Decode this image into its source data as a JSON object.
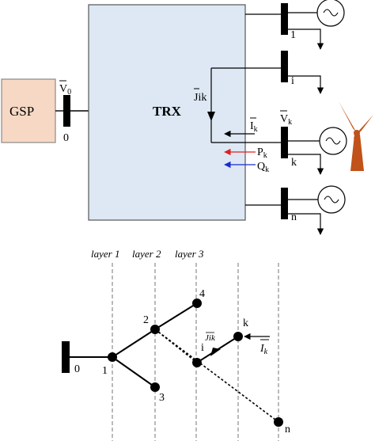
{
  "top_diagram": {
    "gsp_label": "GSP",
    "trx_label": "TRX",
    "v0_label": "V",
    "v0_sub": "0",
    "bus0_label": "0",
    "bus1_label": "1",
    "busi_label": "i",
    "busk_label": "k",
    "busn_label": "n",
    "jik_label": "Jik",
    "ik_label": "I",
    "ik_sub": "k",
    "vk_label": "V",
    "vk_sub": "k",
    "pk_label": "P",
    "pk_sub": "k",
    "qk_label": "Q",
    "qk_sub": "k",
    "colors": {
      "gsp_fill": "#f7d8c4",
      "trx_fill": "#dde8f4",
      "p_arrow": "#e02020",
      "q_arrow": "#1a2ccc",
      "turbine": "#c0521a"
    }
  },
  "bottom_diagram": {
    "layer1_label": "layer 1",
    "layer2_label": "layer 2",
    "layer3_label": "layer 3",
    "node0_label": "0",
    "node1_label": "1",
    "node2_label": "2",
    "node3_label": "3",
    "node4_label": "4",
    "nodei_label": "i",
    "nodek_label": "k",
    "noden_label": "n",
    "jik_label": "Jik",
    "ik_label": "I",
    "ik_sub": "k"
  }
}
